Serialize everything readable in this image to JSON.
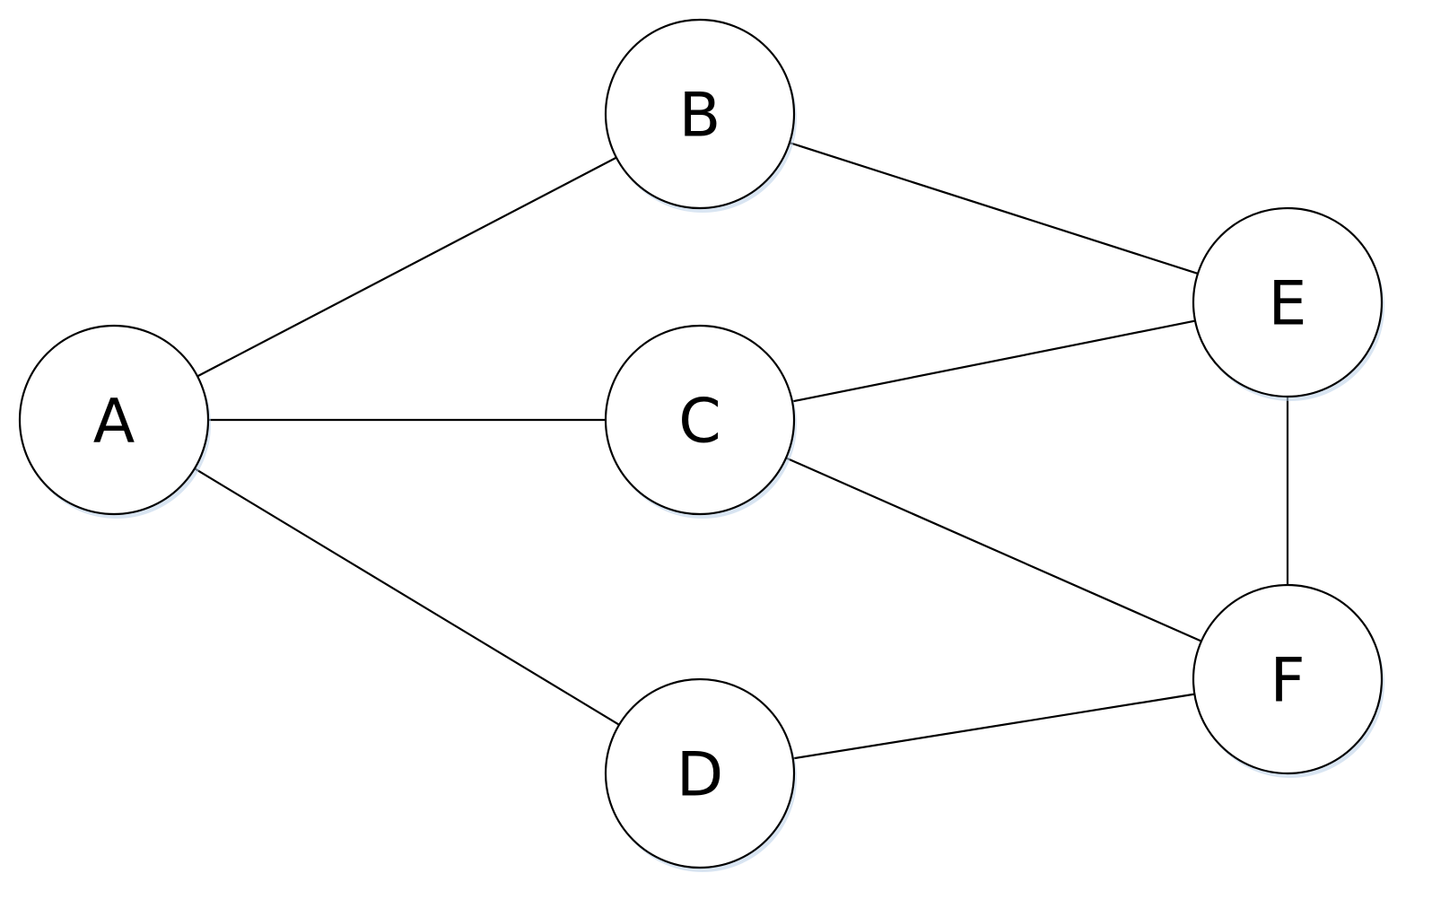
{
  "graph": {
    "nodes": [
      {
        "id": "A",
        "label": "A"
      },
      {
        "id": "B",
        "label": "B"
      },
      {
        "id": "C",
        "label": "C"
      },
      {
        "id": "D",
        "label": "D"
      },
      {
        "id": "E",
        "label": "E"
      },
      {
        "id": "F",
        "label": "F"
      }
    ],
    "edges": [
      {
        "from": "A",
        "to": "B"
      },
      {
        "from": "A",
        "to": "C"
      },
      {
        "from": "A",
        "to": "D"
      },
      {
        "from": "B",
        "to": "E"
      },
      {
        "from": "C",
        "to": "E"
      },
      {
        "from": "C",
        "to": "F"
      },
      {
        "from": "D",
        "to": "F"
      },
      {
        "from": "E",
        "to": "F"
      }
    ]
  },
  "colors": {
    "line": "#000000",
    "node_fill": "#ffffff",
    "shadow": "#b9cfe8"
  }
}
